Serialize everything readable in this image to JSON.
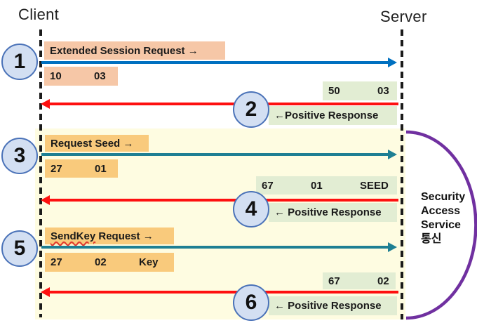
{
  "lifelines": {
    "client": "Client",
    "server": "Server"
  },
  "steps": [
    {
      "num": "1",
      "label": "Extended Session Request →",
      "bytes": [
        "10",
        "03"
      ]
    },
    {
      "num": "2",
      "label": "←Positive Response",
      "bytes": [
        "50",
        "03"
      ]
    },
    {
      "num": "3",
      "label": "Request Seed →",
      "bytes": [
        "27",
        "01"
      ]
    },
    {
      "num": "4",
      "label": "← Positive Response",
      "bytes": [
        "67",
        "01",
        "SEED"
      ]
    },
    {
      "num": "5",
      "label_word": "SendKey",
      "label_rest": " Request →",
      "bytes": [
        "27",
        "02",
        "Key"
      ]
    },
    {
      "num": "6",
      "label": "← Positive Response",
      "bytes": [
        "67",
        "02"
      ]
    }
  ],
  "annotation": {
    "lines": [
      "Security",
      "Access",
      "Service",
      "통신"
    ]
  },
  "colors": {
    "section_bg": "#FEFCE1",
    "request_box_salmon": "#F6C7A7",
    "request_box_orange": "#F9CA7C",
    "response_box_green": "#E2EDD3",
    "arrow_blue": "#0070C0",
    "arrow_teal": "#1E7F93",
    "arrow_red": "#FE1010",
    "brace_purple": "#7030A0",
    "circle_fill": "#D3DFF2",
    "circle_border": "#4A72B8"
  }
}
